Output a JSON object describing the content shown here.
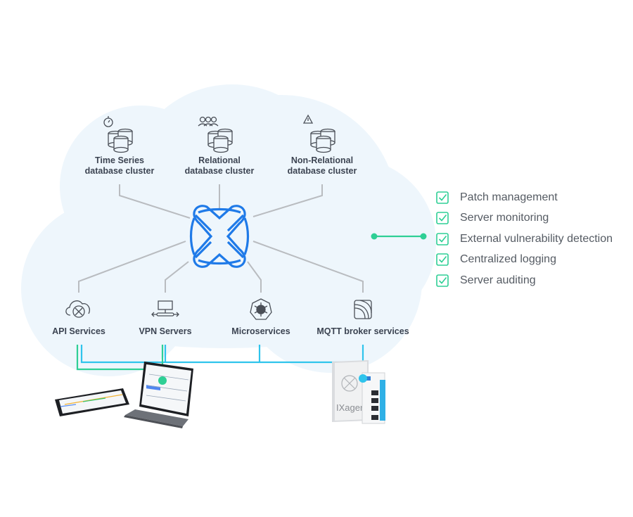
{
  "colors": {
    "cloud": "#eef6fc",
    "hub": "#1f7ae8",
    "gray_line": "#b9bcc0",
    "teal": "#2ecf95",
    "cyan": "#2fc4ec",
    "icon": "#4a4f57",
    "text": "#3c4452"
  },
  "hub": {
    "icon": "ixon-logo-icon"
  },
  "databases": [
    {
      "line1": "Time Series",
      "line2": "database cluster",
      "badge_icon": "stopwatch-icon",
      "icon": "database-stack-icon"
    },
    {
      "line1": "Relational",
      "line2": "database cluster",
      "badge_icon": "users-icon",
      "icon": "database-stack-icon"
    },
    {
      "line1": "Non-Relational",
      "line2": "database cluster",
      "badge_icon": "warning-icon",
      "icon": "database-stack-icon"
    }
  ],
  "services": [
    {
      "label": "API Services",
      "icon": "cloud-api-icon"
    },
    {
      "label": "VPN Servers",
      "icon": "vpn-server-icon"
    },
    {
      "label": "Microservices",
      "icon": "kubernetes-icon"
    },
    {
      "label": "MQTT broker services",
      "icon": "mqtt-icon"
    }
  ],
  "features": [
    {
      "label": "Patch management",
      "icon": "checkbox-checked-icon"
    },
    {
      "label": "Server monitoring",
      "icon": "checkbox-checked-icon"
    },
    {
      "label": "External vulnerability detection",
      "icon": "checkbox-checked-icon"
    },
    {
      "label": "Centralized logging",
      "icon": "checkbox-checked-icon"
    },
    {
      "label": "Server auditing",
      "icon": "checkbox-checked-icon"
    }
  ],
  "devices": [
    {
      "name": "Laptop and tablet with portal",
      "icon": "laptop-tablet-icon"
    },
    {
      "name": "IXagent router",
      "label": "IXagen",
      "icon": "router-device-icon"
    }
  ]
}
